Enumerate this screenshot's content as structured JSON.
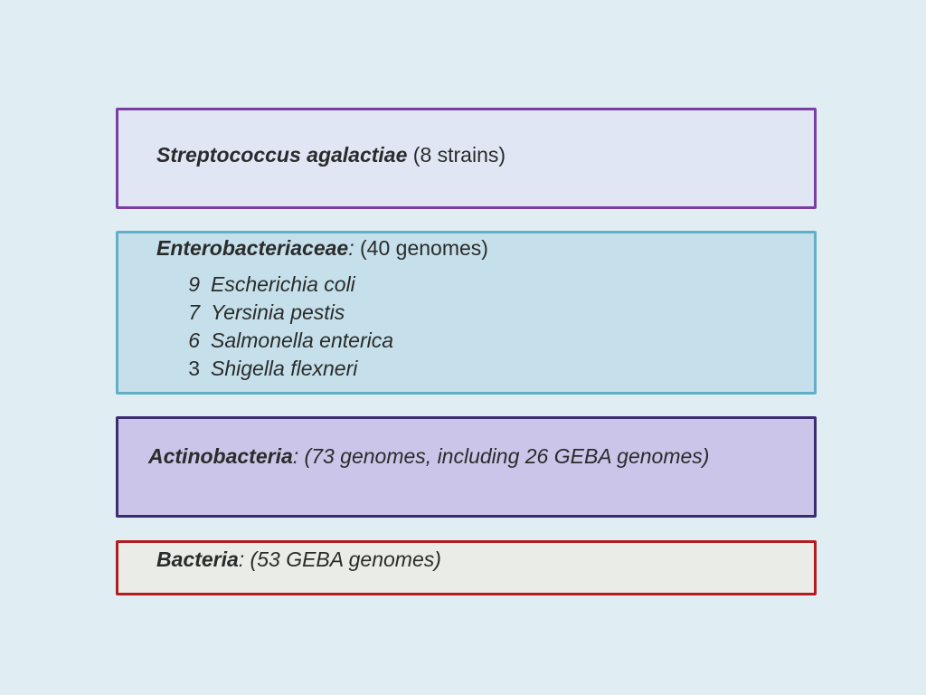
{
  "boxes": {
    "streptococcus": {
      "title": "Streptococcus agalactiae",
      "detail": " (8 strains)"
    },
    "enterobacteriaceae": {
      "title": "Enterobacteriaceae",
      "colon": ":",
      "detail": " (40 genomes)",
      "organisms": [
        {
          "count": "9",
          "name": "Escherichia coli"
        },
        {
          "count": "7",
          "name": "Yersinia pestis"
        },
        {
          "count": "6",
          "name": "Salmonella enterica"
        },
        {
          "count": "3",
          "name": "Shigella flexneri"
        }
      ]
    },
    "actinobacteria": {
      "title": "Actinobacteria",
      "detail": ": (73 genomes, including 26 GEBA genomes)"
    },
    "bacteria": {
      "title": "Bacteria",
      "detail": ": (53 GEBA genomes)"
    }
  },
  "colors": {
    "background": "#e0edf3",
    "box1_border": "#7a3ea4",
    "box2_border": "#62b0c8",
    "box3_border": "#3c2c72",
    "box4_border": "#b31d22"
  }
}
